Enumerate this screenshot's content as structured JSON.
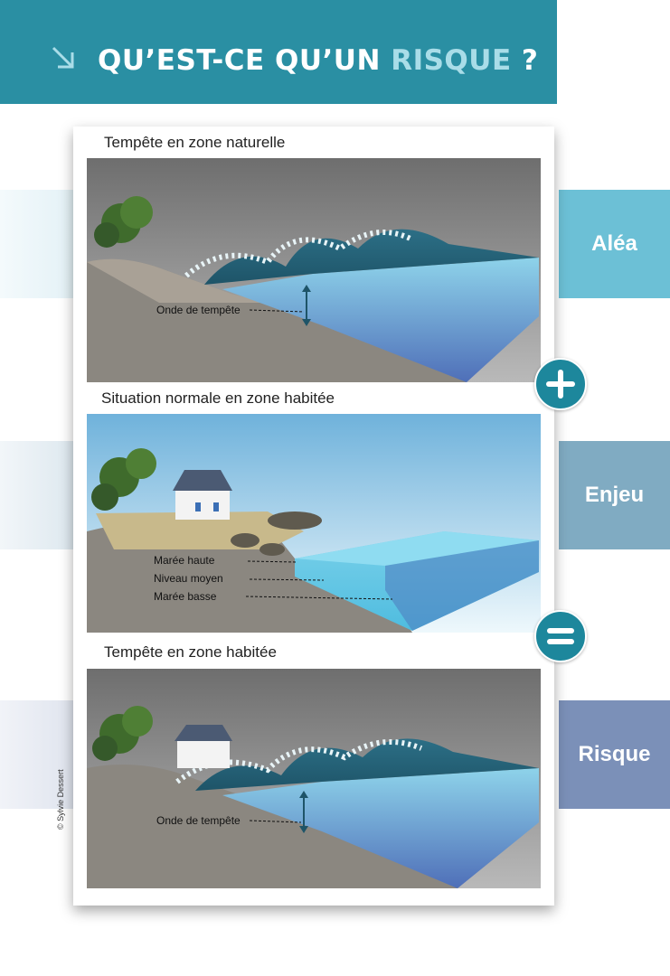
{
  "header": {
    "title_prefix": "QU’EST-CE QU’UN",
    "title_accent": "RISQUE",
    "title_suffix": " ?",
    "colors": {
      "background": "#2a8fa3",
      "accent": "#a9dde8"
    }
  },
  "panels": [
    {
      "title": "Tempête en zone naturelle",
      "annotations": [
        "Onde de tempête"
      ]
    },
    {
      "title": "Situation normale en zone habitée",
      "annotations": [
        "Marée haute",
        "Niveau moyen",
        "Marée basse"
      ]
    },
    {
      "title": "Tempête en zone habitée",
      "annotations": [
        "Onde de tempête"
      ]
    }
  ],
  "labels": {
    "alea": "Aléa",
    "enjeu": "Enjeu",
    "risque": "Risque"
  },
  "operators": {
    "plus": "plus-icon",
    "equals": "equals-icon",
    "arrow": "arrow-down-right-icon"
  },
  "credit": "© Sylvie Dessert"
}
